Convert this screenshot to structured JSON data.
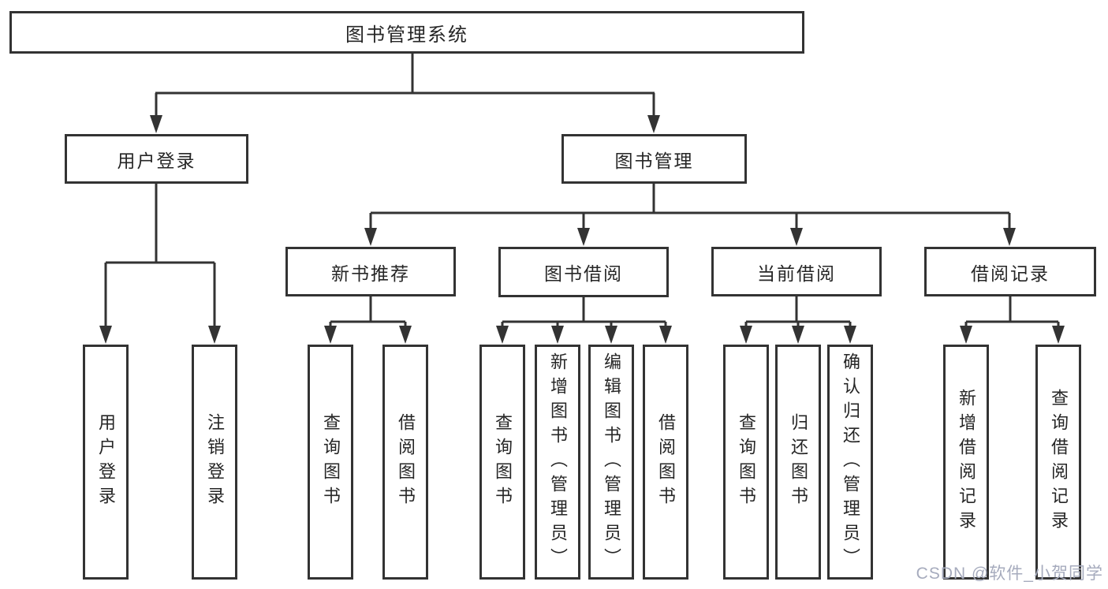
{
  "tree": {
    "root": "图书管理系统",
    "level2": {
      "user_login": "用户登录",
      "book_management": "图书管理"
    },
    "level3": {
      "new_book_recommend": "新书推荐",
      "book_borrow": "图书借阅",
      "current_borrow": "当前借阅",
      "borrow_records": "借阅记录"
    },
    "leaves": {
      "login": "用户登录",
      "logout": "注销登录",
      "recommend_query_book": "查询图书",
      "recommend_borrow_book": "借阅图书",
      "borrow_query_book": "查询图书",
      "borrow_add_book": "新增图书（管理员）",
      "borrow_edit_book": "编辑图书（管理员）",
      "borrow_borrow_book": "借阅图书",
      "current_query_book": "查询图书",
      "current_return_book": "归还图书",
      "current_confirm_return": "确认归还（管理员）",
      "records_add_record": "新增借阅记录",
      "records_query_record": "查询借阅记录"
    }
  },
  "watermark": "CSDN @软件_小贺同学",
  "colors": {
    "line": "#333333",
    "text": "#262626",
    "watermark": "#a6abbd",
    "background": "#ffffff"
  }
}
